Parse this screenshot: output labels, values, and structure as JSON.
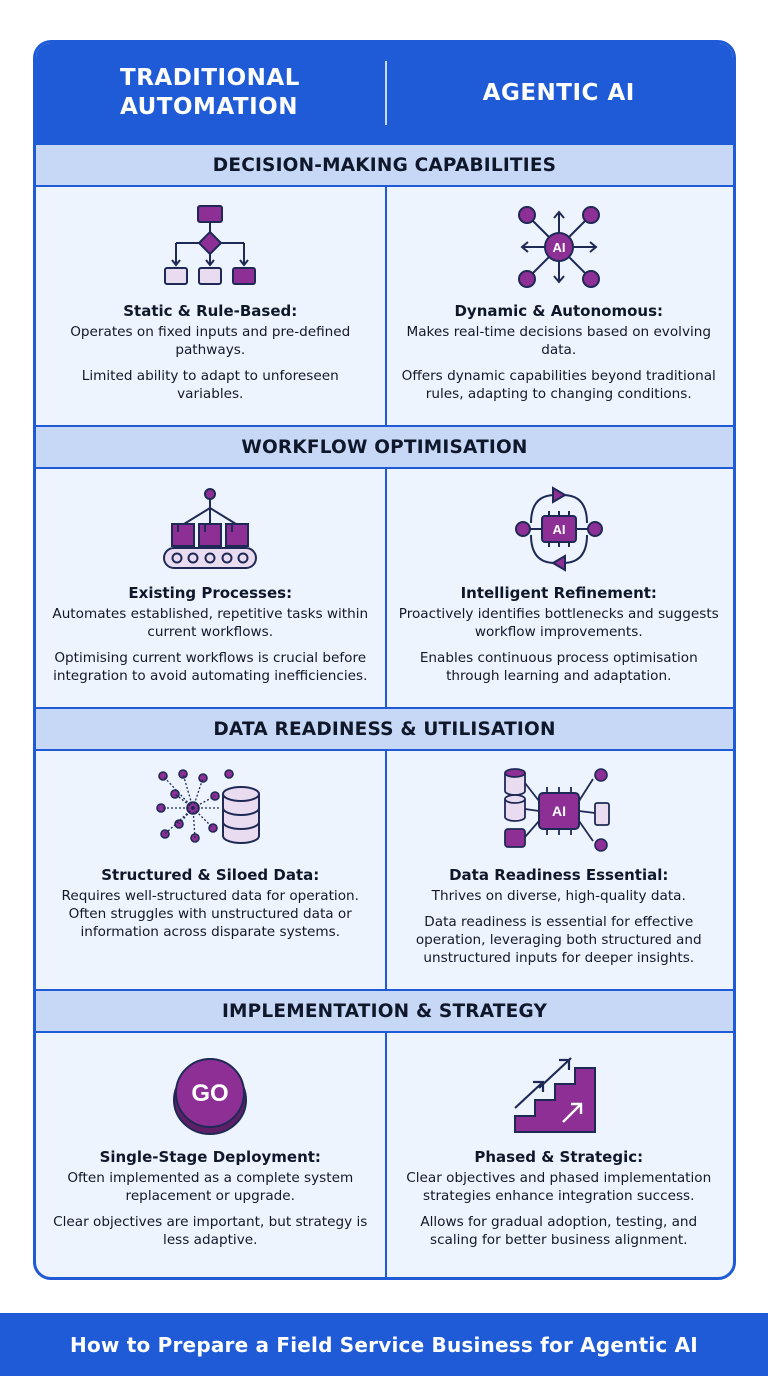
{
  "header": {
    "left_title": "TRADITIONAL\nAUTOMATION",
    "right_title": "AGENTIC AI"
  },
  "sections": [
    {
      "title": "DECISION-MAKING CAPABILITIES",
      "left": {
        "icon": "flowchart-icon",
        "heading": "Static & Rule-Based:",
        "paragraphs": [
          "Operates on fixed inputs and pre-defined pathways.",
          "Limited ability to adapt to unforeseen variables."
        ]
      },
      "right": {
        "icon": "ai-network-icon",
        "icon_label": "AI",
        "heading": "Dynamic & Autonomous:",
        "paragraphs": [
          "Makes real-time decisions based on evolving data.",
          "Offers dynamic capabilities beyond traditional rules, adapting to changing conditions."
        ]
      }
    },
    {
      "title": "WORKFLOW OPTIMISATION",
      "left": {
        "icon": "conveyor-belt-icon",
        "heading": "Existing Processes:",
        "paragraphs": [
          "Automates established, repetitive tasks within current workflows.",
          "Optimising current workflows is crucial before integration to avoid automating inefficiencies."
        ]
      },
      "right": {
        "icon": "ai-cycle-icon",
        "icon_label": "AI",
        "heading": "Intelligent Refinement:",
        "paragraphs": [
          "Proactively identifies bottlenecks and suggests workflow improvements.",
          "Enables continuous process optimisation through learning and adaptation."
        ]
      }
    },
    {
      "title": "DATA READINESS & UTILISATION",
      "left": {
        "icon": "scattered-data-database-icon",
        "heading": "Structured & Siloed Data:",
        "paragraphs": [
          "Requires well-structured data for operation. Often struggles with unstructured data or information across disparate systems."
        ]
      },
      "right": {
        "icon": "ai-data-hub-icon",
        "icon_label": "AI",
        "heading": "Data Readiness Essential:",
        "paragraphs": [
          "Thrives on diverse, high-quality data.",
          "Data readiness is essential for effective operation, leveraging both structured and unstructured inputs for deeper insights."
        ]
      }
    },
    {
      "title": "IMPLEMENTATION & STRATEGY",
      "left": {
        "icon": "go-button-icon",
        "icon_label": "GO",
        "heading": "Single-Stage Deployment:",
        "paragraphs": [
          "Often implemented as a complete system replacement or upgrade.",
          "Clear objectives are important, but strategy is less adaptive."
        ]
      },
      "right": {
        "icon": "stairs-growth-icon",
        "heading": "Phased & Strategic:",
        "paragraphs": [
          "Clear objectives and phased implementation strategies enhance integration success.",
          "Allows for gradual adoption, testing, and scaling for better business alignment."
        ]
      }
    }
  ],
  "footer": {
    "text": "How to Prepare a Field Service Business for Agentic AI"
  },
  "colors": {
    "blue": "#1f5bd6",
    "band": "#c7d8f6",
    "cell_bg": "#eef4fd",
    "purple": "#8e2f96",
    "purple_light": "#eadcf0",
    "navy": "#1e2a55"
  }
}
